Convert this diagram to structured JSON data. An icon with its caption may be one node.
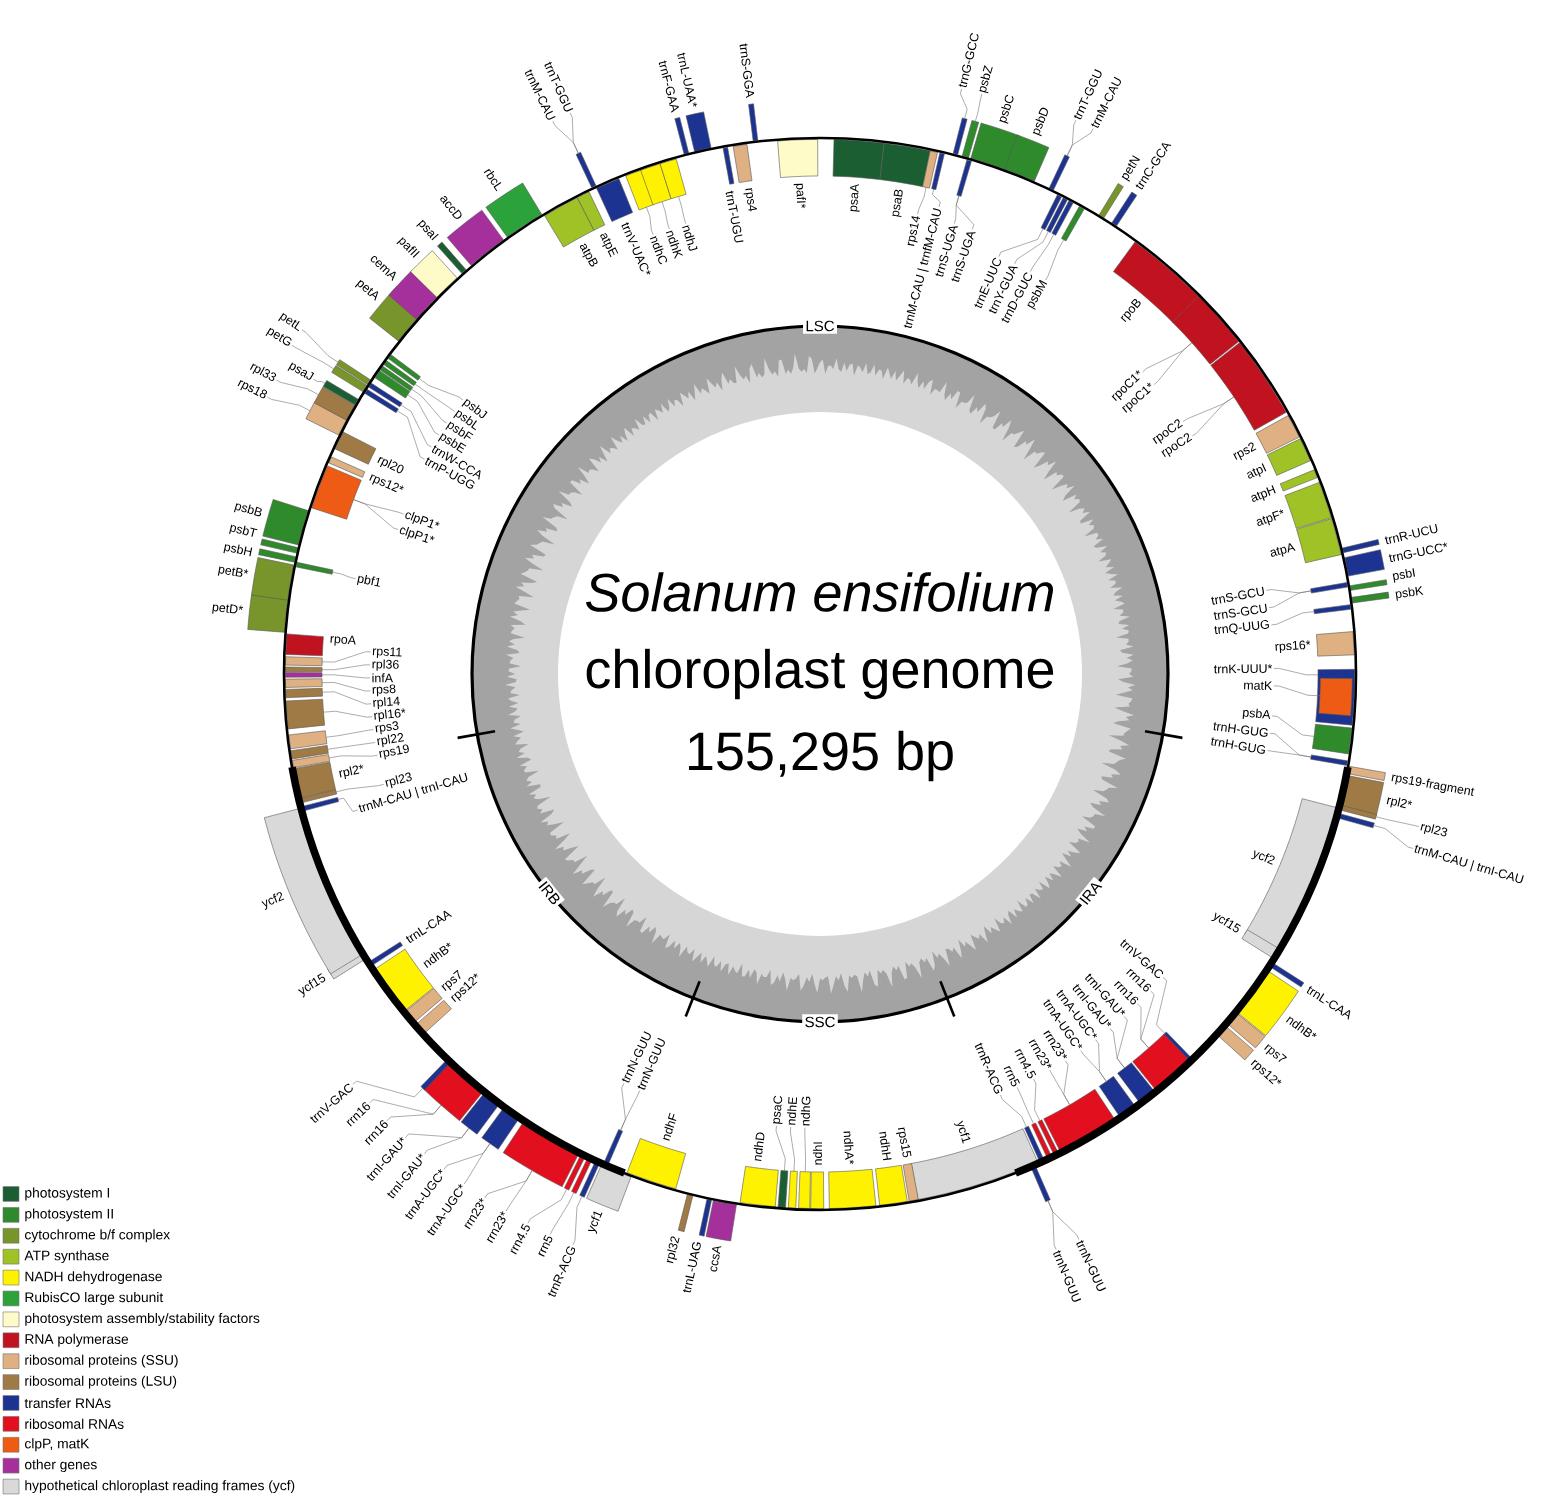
{
  "diagram": {
    "nodes": [
      {
        "text": [
          "psaA"
        ]
      },
      {
        "text": [
          "psaB"
        ]
      },
      {
        "text": [],
        "shape": "box"
      },
      {
        "text": [
          "rps14"
        ]
      },
      {
        "text": [],
        "shape": "box"
      },
      {
        "text": [
          "trnM-CAU | trnfM-CAU"
        ]
      },
      {
        "text": [],
        "shape": "box"
      },
      {
        "text": [
          "trnG-GCC"
        ]
      },
      {
        "text": [],
        "shape": "box"
      },
      {
        "text": [
          "psbZ"
        ]
      },
      {
        "text": [],
        "shape": "box"
      },
      {
        "text": [
          "trnS-UGA"
        ]
      },
      {
        "text": [
          "trnS-UGA"
        ]
      },
      {
        "text": [
          "psbC"
        ]
      },
      {
        "text": [
          "psbD"
        ]
      },
      {
        "text": [],
        "shape": "box"
      },
      {
        "text": [
          "trnT-GGU"
        ]
      },
      {
        "text": [
          "trnM-CAU"
        ]
      },
      {
        "text": [],
        "shape": "box"
      },
      {
        "text": [
          "trnE-UUC"
        ]
      },
      {
        "text": [],
        "shape": "box"
      },
      {
        "text": [
          "trnY-GUA"
        ]
      },
      {
        "text": [],
        "shape": "box"
      },
      {
        "text": [
          "trnD-GUC"
        ]
      },
      {
        "text": [],
        "shape": "box"
      },
      {
        "text": [
          "psbM"
        ]
      },
      {
        "text": [
          "petN"
        ]
      },
      {
        "text": [
          "trnC-GCA"
        ]
      },
      {
        "text": [
          "rpoB"
        ]
      },
      {
        "text": [],
        "shape": "box"
      },
      {
        "text": [
          "rpoC1*"
        ]
      },
      {
        "text": [
          "rpoC1*"
        ]
      },
      {
        "text": [],
        "shape": "box"
      },
      {
        "text": [
          "rpoC2"
        ]
      },
      {
        "text": [
          "rpoC2"
        ]
      },
      {
        "text": [
          "rps2"
        ]
      },
      {
        "text": [
          "atpI"
        ]
      },
      {
        "text": [
          "atpH"
        ]
      },
      {
        "text": [
          "atpF*"
        ]
      },
      {
        "text": [
          "atpA"
        ]
      },
      {
        "text": [
          "trnR-UCU"
        ]
      },
      {
        "text": [
          "trnG-UCC*"
        ]
      },
      {
        "text": [],
        "shape": "box"
      },
      {
        "text": [
          "trnS-GCU"
        ]
      },
      {
        "text": [
          "trnS-GCU"
        ]
      },
      {
        "text": [
          "psbI"
        ]
      },
      {
        "text": [
          "psbK"
        ]
      },
      {
        "text": [],
        "shape": "box"
      },
      {
        "text": [
          "trnQ-UUG"
        ]
      },
      {
        "text": [
          "rps16*"
        ]
      },
      {
        "text": [],
        "shape": "box"
      },
      {
        "text": [],
        "shape": "box",
        "in": 50
      },
      {
        "text": [
          "trnK-UUU*"
        ]
      },
      {
        "text": [
          "matK"
        ]
      },
      {
        "text": [],
        "shape": "box"
      },
      {
        "text": [
          "psbA"
        ]
      },
      {
        "text": [],
        "shape": "box"
      },
      {
        "text": [
          "trnH-GUG"
        ]
      },
      {
        "text": [
          "trnH-GUG"
        ]
      },
      {
        "text": [
          "rps19-fragment"
        ]
      },
      {
        "text": [
          "rpl2*"
        ]
      },
      {
        "text": [],
        "shape": "box"
      },
      {
        "text": [
          "rpl23"
        ]
      },
      {
        "text": [],
        "shape": "box"
      },
      {
        "text": [
          "trnM-CAU | trnI-CAU"
        ]
      },
      {
        "text": [
          "ycf2"
        ]
      },
      {
        "text": [
          "ycf15"
        ]
      },
      {
        "text": [
          "trnL-CAA"
        ]
      },
      {
        "text": [
          "ndhB*"
        ]
      },
      {
        "text": [
          "rps7"
        ]
      },
      {
        "text": [
          "rps12*"
        ]
      },
      {
        "text": [],
        "shape": "box"
      },
      {
        "text": [
          "trnV-GAC"
        ]
      },
      {
        "text": [],
        "shape": "box"
      },
      {
        "text": [
          "rrn16"
        ]
      },
      {
        "text": [
          "rrn16"
        ]
      },
      {
        "text": [],
        "shape": "box"
      },
      {
        "text": [
          "trnI-GAU*"
        ]
      },
      {
        "text": [
          "trnI-GAU*"
        ]
      },
      {
        "text": [],
        "shape": "box"
      },
      {
        "text": [
          "trnA-UGC*"
        ]
      },
      {
        "text": [
          "trnA-UGC*"
        ]
      },
      {
        "text": [],
        "shape": "box"
      },
      {
        "text": [
          "rrn23*"
        ]
      },
      {
        "text": [
          "rrn23*"
        ]
      },
      {
        "text": [],
        "shape": "box"
      },
      {
        "text": [
          "rrn4.5"
        ]
      },
      {
        "text": [],
        "shape": "box"
      },
      {
        "text": [
          "rrn5"
        ]
      },
      {
        "text": [],
        "shape": "box"
      },
      {
        "text": [
          "trnR-ACG"
        ]
      },
      {
        "text": [],
        "shape": "box"
      },
      {
        "text": [
          "trnN-GUU"
        ]
      },
      {
        "text": [
          "trnN-GUU"
        ]
      },
      {
        "text": [
          "ycf1"
        ]
      },
      {
        "text": [
          "rps15"
        ]
      },
      {
        "text": [
          "ndhH"
        ]
      },
      {
        "text": [
          "ndhA*"
        ]
      },
      {
        "text": [
          "ndhI"
        ]
      },
      {
        "text": [],
        "shape": "box"
      },
      {
        "text": [
          "ndhG"
        ]
      },
      {
        "text": [],
        "shape": "box"
      },
      {
        "text": [
          "ndhE"
        ]
      },
      {
        "text": [],
        "shape": "box"
      },
      {
        "text": [
          "psaC"
        ]
      },
      {
        "text": [
          "ndhD"
        ]
      },
      {
        "text": [
          "ccsA"
        ]
      },
      {
        "text": [
          "trnL-UAG"
        ]
      },
      {
        "text": [
          "rpl32"
        ]
      },
      {
        "text": [
          "ndhF"
        ]
      },
      {
        "text": [
          "ycf1"
        ]
      },
      {
        "text": [],
        "shape": "box"
      },
      {
        "text": [
          "trnN-GUU"
        ]
      },
      {
        "text": [
          "trnN-GUU"
        ]
      },
      {
        "text": [],
        "shape": "box"
      },
      {
        "text": [
          "trnR-ACG"
        ]
      },
      {
        "text": [],
        "shape": "box"
      },
      {
        "text": [
          "rrn5"
        ]
      },
      {
        "text": [],
        "shape": "box"
      },
      {
        "text": [
          "rrn4.5"
        ]
      },
      {
        "text": [],
        "shape": "box"
      },
      {
        "text": [
          "rrn23*"
        ]
      },
      {
        "text": [
          "rrn23*"
        ]
      },
      {
        "text": [],
        "shape": "box"
      },
      {
        "text": [
          "trnA-UGC*"
        ]
      },
      {
        "text": [
          "trnA-UGC*"
        ]
      },
      {
        "text": [],
        "shape": "box"
      },
      {
        "text": [
          "trnI-GAU*"
        ]
      },
      {
        "text": [
          "trnI-GAU*"
        ]
      },
      {
        "text": [],
        "shape": "box"
      },
      {
        "text": [
          "rrn16"
        ]
      },
      {
        "text": [
          "rrn16"
        ]
      },
      {
        "text": [],
        "shape": "box"
      },
      {
        "text": [
          "trnV-GAC"
        ]
      },
      {
        "text": [
          "rps12*"
        ]
      },
      {
        "text": [
          "rps7"
        ]
      },
      {
        "text": [
          "ndhB*"
        ]
      },
      {
        "text": [
          "trnL-CAA"
        ]
      },
      {
        "text": [
          "ycf15"
        ]
      },
      {
        "text": [
          "ycf2"
        ]
      },
      {
        "text": [],
        "shape": "box"
      },
      {
        "text": [
          "trnM-CAU | trnI-CAU"
        ]
      },
      {
        "text": [],
        "shape": "box"
      },
      {
        "text": [
          "rpl23"
        ]
      },
      {
        "text": [
          "rpl2*"
        ]
      },
      {
        "text": [],
        "shape": "box"
      },
      {
        "text": [
          "rps19"
        ]
      },
      {
        "text": [],
        "shape": "box"
      },
      {
        "text": [
          "rpl22"
        ]
      },
      {
        "text": [],
        "shape": "box"
      },
      {
        "text": [
          "rps3"
        ]
      },
      {
        "text": [],
        "shape": "box"
      },
      {
        "text": [
          "rpl16*"
        ]
      },
      {
        "text": [],
        "shape": "box"
      },
      {
        "text": [
          "rpl14"
        ]
      },
      {
        "text": [],
        "shape": "box"
      },
      {
        "text": [
          "rps8"
        ]
      },
      {
        "text": [],
        "shape": "box"
      },
      {
        "text": [
          "infA"
        ]
      },
      {
        "text": [],
        "shape": "box"
      },
      {
        "text": [
          "rpl36"
        ]
      },
      {
        "text": [],
        "shape": "box"
      },
      {
        "text": [
          "rps11"
        ]
      },
      {
        "text": [
          "rpoA"
        ]
      },
      {
        "text": [
          "petD*"
        ]
      },
      {
        "text": [
          "petB*"
        ]
      },
      {
        "text": [],
        "shape": "box"
      },
      {
        "text": [
          "pbf1"
        ]
      },
      {
        "text": [
          "psbH"
        ]
      },
      {
        "text": [
          "psbT"
        ]
      },
      {
        "text": [
          "psbB"
        ]
      },
      {
        "text": [],
        "shape": "box"
      },
      {
        "text": [
          "clpP1*"
        ]
      },
      {
        "text": [
          "clpP1*"
        ]
      },
      {
        "text": [
          "rps12*"
        ]
      },
      {
        "text": [
          "rpl20"
        ]
      },
      {
        "text": [],
        "shape": "box"
      },
      {
        "text": [
          "rps18"
        ]
      },
      {
        "text": [],
        "shape": "box"
      },
      {
        "text": [
          "rpl33"
        ]
      },
      {
        "text": [],
        "shape": "box"
      },
      {
        "text": [
          "psaJ"
        ]
      },
      {
        "text": [],
        "shape": "box"
      },
      {
        "text": [
          "trnP-UGG"
        ]
      },
      {
        "text": [],
        "shape": "box"
      },
      {
        "text": [
          "petG"
        ]
      },
      {
        "text": [],
        "shape": "box"
      },
      {
        "text": [
          "trnW-CCA"
        ]
      },
      {
        "text": [],
        "shape": "box"
      },
      {
        "text": [
          "petL"
        ]
      },
      {
        "text": [],
        "shape": "box"
      },
      {
        "text": [
          "psbE"
        ]
      },
      {
        "text": [],
        "shape": "box"
      },
      {
        "text": [
          "psbF"
        ]
      },
      {
        "text": [],
        "shape": "box"
      },
      {
        "text": [
          "psbL"
        ]
      },
      {
        "text": [],
        "shape": "box"
      },
      {
        "text": [
          "psbJ"
        ]
      },
      {
        "text": [
          "petA"
        ]
      },
      {
        "text": [
          "cemA"
        ]
      },
      {
        "text": [
          "pafII"
        ]
      },
      {
        "text": [
          "psaI"
        ]
      },
      {
        "text": [
          "accD"
        ]
      },
      {
        "text": [
          "rbcL"
        ]
      },
      {
        "text": [
          "atpB"
        ]
      },
      {
        "text": [
          "atpE"
        ]
      },
      {
        "text": [],
        "shape": "box"
      },
      {
        "text": [
          "trnM-CAU"
        ]
      },
      {
        "text": [
          "trnT-GGU"
        ]
      },
      {
        "text": [
          "trnV-UAC*"
        ]
      },
      {
        "text": [],
        "shape": "box"
      },
      {
        "text": [
          "ndhC"
        ]
      },
      {
        "text": [],
        "shape": "box"
      },
      {
        "text": [
          "ndhK"
        ]
      },
      {
        "text": [],
        "shape": "box"
      },
      {
        "text": [
          "ndhJ"
        ]
      },
      {
        "text": [
          "trnF-GAA"
        ]
      },
      {
        "text": [
          "trnL-UAA*"
        ]
      },
      {
        "text": [
          "trnT-UGU"
        ]
      },
      {
        "text": [
          "rps4"
        ]
      },
      {
        "text": [
          "trnS-GGA"
        ]
      },
      {
        "text": [
          "pafI*"
        ]
      }
    ],
    "edges": [
      {
        "from": 3,
        "to": 2,
        "arrow": "none"
      },
      {
        "from": 5,
        "to": 4,
        "arrow": "none"
      },
      {
        "from": 7,
        "to": 6,
        "arrow": "none"
      },
      {
        "from": 9,
        "to": 8,
        "arrow": "none"
      },
      {
        "from": 11,
        "to": 10,
        "arrow": "none"
      },
      {
        "from": 12,
        "to": 10,
        "arrow": "none"
      },
      {
        "from": 16,
        "to": 15,
        "arrow": "none"
      },
      {
        "from": 17,
        "to": 15,
        "arrow": "none"
      },
      {
        "from": 19,
        "to": 18,
        "arrow": "none"
      },
      {
        "from": 21,
        "to": 20,
        "arrow": "none"
      },
      {
        "from": 23,
        "to": 22,
        "arrow": "none"
      },
      {
        "from": 25,
        "to": 24,
        "arrow": "none"
      },
      {
        "from": 30,
        "to": 29,
        "arrow": "none"
      },
      {
        "from": 31,
        "to": 29,
        "arrow": "none"
      },
      {
        "from": 33,
        "to": 32,
        "arrow": "none"
      },
      {
        "from": 34,
        "to": 32,
        "arrow": "none"
      },
      {
        "from": 43,
        "to": 42,
        "arrow": "none"
      },
      {
        "from": 44,
        "to": 42,
        "arrow": "none"
      },
      {
        "from": 48,
        "to": 47,
        "arrow": "none"
      },
      {
        "from": 52,
        "to": 50,
        "arrow": "none"
      },
      {
        "from": 53,
        "to": 51,
        "arrow": "none"
      },
      {
        "from": 55,
        "to": 54,
        "arrow": "none"
      },
      {
        "from": 57,
        "to": 56,
        "arrow": "none"
      },
      {
        "from": 58,
        "to": 56,
        "arrow": "none"
      },
      {
        "from": 62,
        "to": 61,
        "arrow": "none"
      },
      {
        "from": 64,
        "to": 63,
        "arrow": "none"
      },
      {
        "from": 72,
        "to": 71,
        "arrow": "none"
      },
      {
        "from": 74,
        "to": 73,
        "arrow": "none"
      },
      {
        "from": 75,
        "to": 73,
        "arrow": "none"
      },
      {
        "from": 77,
        "to": 76,
        "arrow": "none"
      },
      {
        "from": 78,
        "to": 76,
        "arrow": "none"
      },
      {
        "from": 80,
        "to": 79,
        "arrow": "none"
      },
      {
        "from": 81,
        "to": 79,
        "arrow": "none"
      },
      {
        "from": 83,
        "to": 82,
        "arrow": "none"
      },
      {
        "from": 84,
        "to": 82,
        "arrow": "none"
      },
      {
        "from": 86,
        "to": 85,
        "arrow": "none"
      },
      {
        "from": 88,
        "to": 87,
        "arrow": "none"
      },
      {
        "from": 90,
        "to": 89,
        "arrow": "none"
      },
      {
        "from": 92,
        "to": 91,
        "arrow": "none"
      },
      {
        "from": 93,
        "to": 91,
        "arrow": "none"
      },
      {
        "from": 100,
        "to": 99,
        "arrow": "none"
      },
      {
        "from": 102,
        "to": 101,
        "arrow": "none"
      },
      {
        "from": 104,
        "to": 103,
        "arrow": "none"
      },
      {
        "from": 112,
        "to": 111,
        "arrow": "none"
      },
      {
        "from": 113,
        "to": 111,
        "arrow": "none"
      },
      {
        "from": 115,
        "to": 114,
        "arrow": "none"
      },
      {
        "from": 117,
        "to": 116,
        "arrow": "none"
      },
      {
        "from": 119,
        "to": 118,
        "arrow": "none"
      },
      {
        "from": 121,
        "to": 120,
        "arrow": "none"
      },
      {
        "from": 122,
        "to": 120,
        "arrow": "none"
      },
      {
        "from": 124,
        "to": 123,
        "arrow": "none"
      },
      {
        "from": 125,
        "to": 123,
        "arrow": "none"
      },
      {
        "from": 127,
        "to": 126,
        "arrow": "none"
      },
      {
        "from": 128,
        "to": 126,
        "arrow": "none"
      },
      {
        "from": 130,
        "to": 129,
        "arrow": "none"
      },
      {
        "from": 131,
        "to": 129,
        "arrow": "none"
      },
      {
        "from": 133,
        "to": 132,
        "arrow": "none"
      },
      {
        "from": 141,
        "to": 140,
        "arrow": "none"
      },
      {
        "from": 143,
        "to": 142,
        "arrow": "none"
      },
      {
        "from": 146,
        "to": 145,
        "arrow": "none"
      },
      {
        "from": 148,
        "to": 147,
        "arrow": "none"
      },
      {
        "from": 150,
        "to": 149,
        "arrow": "none"
      },
      {
        "from": 152,
        "to": 151,
        "arrow": "none"
      },
      {
        "from": 154,
        "to": 153,
        "arrow": "none"
      },
      {
        "from": 156,
        "to": 155,
        "arrow": "none"
      },
      {
        "from": 158,
        "to": 157,
        "arrow": "none"
      },
      {
        "from": 160,
        "to": 159,
        "arrow": "none"
      },
      {
        "from": 162,
        "to": 161,
        "arrow": "none"
      },
      {
        "from": 167,
        "to": 166,
        "arrow": "none"
      },
      {
        "from": 172,
        "to": 171,
        "arrow": "none"
      },
      {
        "from": 173,
        "to": 171,
        "arrow": "none"
      },
      {
        "from": 177,
        "to": 176,
        "arrow": "none"
      },
      {
        "from": 179,
        "to": 178,
        "arrow": "none"
      },
      {
        "from": 181,
        "to": 180,
        "arrow": "none"
      },
      {
        "from": 183,
        "to": 182,
        "arrow": "none"
      },
      {
        "from": 185,
        "to": 184,
        "arrow": "none"
      },
      {
        "from": 187,
        "to": 186,
        "arrow": "none"
      },
      {
        "from": 189,
        "to": 188,
        "arrow": "none"
      },
      {
        "from": 191,
        "to": 190,
        "arrow": "none"
      },
      {
        "from": 193,
        "to": 192,
        "arrow": "none"
      },
      {
        "from": 195,
        "to": 194,
        "arrow": "none"
      },
      {
        "from": 197,
        "to": 196,
        "arrow": "none"
      },
      {
        "from": 207,
        "to": 206,
        "arrow": "none"
      },
      {
        "from": 208,
        "to": 206,
        "arrow": "none"
      },
      {
        "from": 211,
        "to": 210,
        "arrow": "none"
      },
      {
        "from": 213,
        "to": 212,
        "arrow": "none"
      },
      {
        "from": 215,
        "to": 214,
        "arrow": "none"
      }
    ],
    "labels": [
      "LSC",
      "Solanum ensifolium",
      "chloroplast genome",
      "155,295 bp",
      "IRB",
      "IRA",
      "SSC"
    ],
    "legend": [
      {
        "text": "photosystem I",
        "color": "#1b5e32"
      },
      {
        "text": "photosystem II",
        "color": "#2f8a2c"
      },
      {
        "text": "cytochrome b/f complex",
        "color": "#77952a"
      },
      {
        "text": "ATP synthase",
        "color": "#9fc227"
      },
      {
        "text": "NADH dehydrogenase",
        "color": "#fff200"
      },
      {
        "text": "RubisCO large subunit",
        "color": "#2ba23a"
      },
      {
        "text": "photosystem assembly/stability factors",
        "color": "#fffbc9"
      },
      {
        "text": "RNA polymerase",
        "color": "#c1121f"
      },
      {
        "text": "ribosomal proteins (SSU)",
        "color": "#deb082"
      },
      {
        "text": "ribosomal proteins (LSU)",
        "color": "#a07a44"
      },
      {
        "text": "transfer RNAs",
        "color": "#1c3391"
      },
      {
        "text": "ribosomal RNAs",
        "color": "#e2101e"
      },
      {
        "text": "clpP, matK",
        "color": "#ee5b14"
      },
      {
        "text": "other genes",
        "color": "#a6309b"
      },
      {
        "text": "hypothetical chloroplast reading frames (ycf)",
        "color": "#d9d9d9"
      }
    ]
  }
}
